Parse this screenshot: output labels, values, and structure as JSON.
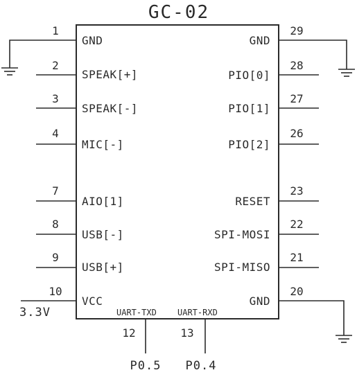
{
  "title": "GC-02",
  "left_pins": [
    {
      "num": "1",
      "label": "GND"
    },
    {
      "num": "2",
      "label": "SPEAK[+]"
    },
    {
      "num": "3",
      "label": "SPEAK[-]"
    },
    {
      "num": "4",
      "label": "MIC[-]"
    },
    {
      "num": "7",
      "label": "AIO[1]"
    },
    {
      "num": "8",
      "label": "USB[-]"
    },
    {
      "num": "9",
      "label": "USB[+]"
    },
    {
      "num": "10",
      "label": "VCC"
    }
  ],
  "right_pins": [
    {
      "num": "29",
      "label": "GND"
    },
    {
      "num": "28",
      "label": "PIO[0]"
    },
    {
      "num": "27",
      "label": "PIO[1]"
    },
    {
      "num": "26",
      "label": "PIO[2]"
    },
    {
      "num": "23",
      "label": "RESET"
    },
    {
      "num": "22",
      "label": "SPI-MOSI"
    },
    {
      "num": "21",
      "label": "SPI-MISO"
    },
    {
      "num": "20",
      "label": "GND"
    }
  ],
  "bottom_pins": [
    {
      "num": "12",
      "label": "UART-TXD",
      "net": "P0.5"
    },
    {
      "num": "13",
      "label": "UART-RXD",
      "net": "P0.4"
    }
  ],
  "supply_label": "3.3V"
}
